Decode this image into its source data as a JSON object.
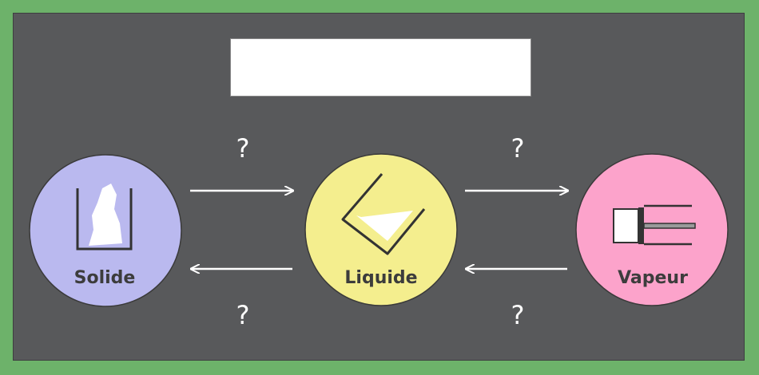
{
  "title": "",
  "states": {
    "solid": {
      "label": "Solide",
      "color": "#bab9ef"
    },
    "liquid": {
      "label": "Liquide",
      "color": "#f4ee8e"
    },
    "vapor": {
      "label": "Vapeur",
      "color": "#fca3cb"
    }
  },
  "transitions": {
    "solid_to_liquid": "?",
    "liquid_to_vapor": "?",
    "liquid_to_solid": "?",
    "vapor_to_liquid": "?"
  },
  "colors": {
    "background": "#6db26a",
    "board": "#58595b",
    "arrow": "#ffffff"
  }
}
